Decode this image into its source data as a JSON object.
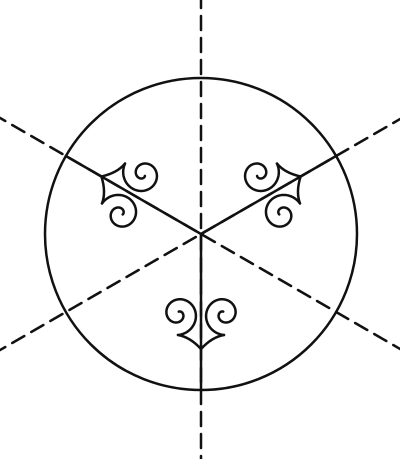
{
  "figure": {
    "ink_color": "#111111",
    "background_color": "#ffffff",
    "motif_count": 3,
    "spirals_per_motif": 2,
    "symmetry_axes": 3,
    "symmetry_order": 6
  }
}
